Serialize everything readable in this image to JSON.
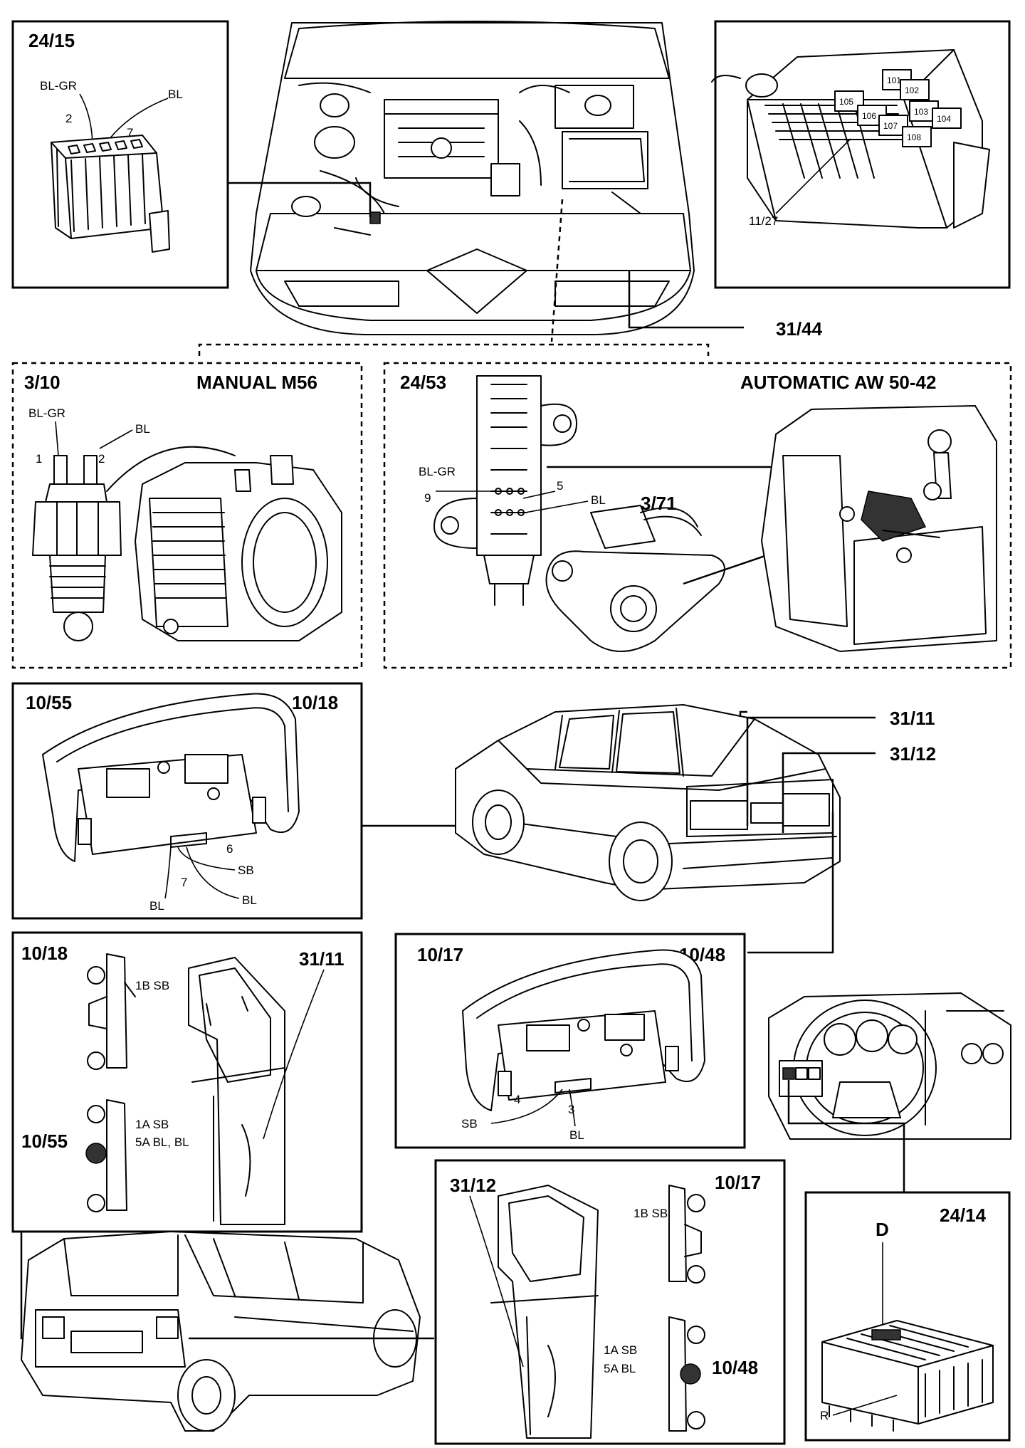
{
  "panels": {
    "p2415": {
      "ref": "24/15",
      "wire_a": "BL-GR",
      "wire_b": "BL",
      "pin_a": "2",
      "pin_b": "7"
    },
    "fusebox": {
      "ref": "11/27",
      "fuses": [
        "101",
        "102",
        "103",
        "104",
        "105",
        "106",
        "107",
        "108"
      ]
    },
    "engine": {
      "connector_ref": "31/44"
    },
    "manual": {
      "ref": "3/10",
      "title": "MANUAL M56",
      "wire_a": "BL-GR",
      "wire_b": "BL",
      "pin_a": "1",
      "pin_b": "2"
    },
    "automatic": {
      "ref": "24/53",
      "title": "AUTOMATIC AW 50-42",
      "wire_a": "BL-GR",
      "wire_b": "BL",
      "pin_a": "9",
      "pin_b": "5",
      "switch_ref": "3/71"
    },
    "sedan_lamp": {
      "ref_left": "10/55",
      "ref_right": "10/18",
      "wire_sb": "SB",
      "wire_bl_a": "BL",
      "wire_bl_b": "BL",
      "pin_a": "6",
      "pin_b": "7"
    },
    "sedan": {
      "ref_a": "31/11",
      "ref_b": "31/12"
    },
    "wagon_left": {
      "ref_top": "10/18",
      "ref_side": "10/55",
      "ref_pillar": "31/11",
      "wire_top": "1B SB",
      "wire_mid_a": "1A SB",
      "wire_mid_b": "5A BL, BL"
    },
    "sedan_lamp_right": {
      "ref_left": "10/17",
      "ref_right": "10/48",
      "wire_sb": "SB",
      "wire_bl": "BL",
      "pin_a": "4",
      "pin_b": "3"
    },
    "wagon_right": {
      "ref_pillar": "31/12",
      "ref_top": "10/17",
      "ref_side": "10/48",
      "wire_top": "1B SB",
      "wire_mid_a": "1A SB",
      "wire_mid_b": "5A BL"
    },
    "relay_box": {
      "ref": "24/14",
      "pin_d": "D",
      "pin_r": "R"
    }
  }
}
